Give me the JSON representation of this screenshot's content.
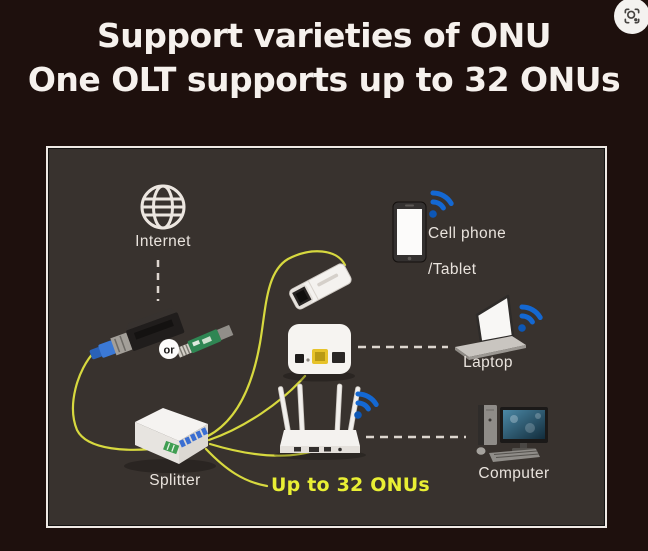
{
  "title": {
    "line1": "Support varieties of ONU",
    "line2": "One OLT supports up to 32 ONUs"
  },
  "toolbar": {
    "lens_icon": "lens-icon"
  },
  "diagram": {
    "labels": {
      "internet": "Internet",
      "cell_phone": "Cell phone",
      "tablet": "/Tablet",
      "laptop": "Laptop",
      "computer": "Computer",
      "splitter": "Splitter",
      "or": "or",
      "onu_count": "Up to 32 ONUs"
    },
    "icons": {
      "lens": "lens-icon",
      "globe": "globe-icon",
      "wifi": "wifi-icon"
    },
    "colors": {
      "page_bg": "#1e100d",
      "panel_bg": "#38322e",
      "panel_border": "#efe9e4",
      "title_text": "#f6f1ed",
      "label_text": "#e9e3dd",
      "accent_yellow": "#e9ef34",
      "cable_yellow": "#d7d93f",
      "wifi_blue": "#1468d2"
    }
  }
}
